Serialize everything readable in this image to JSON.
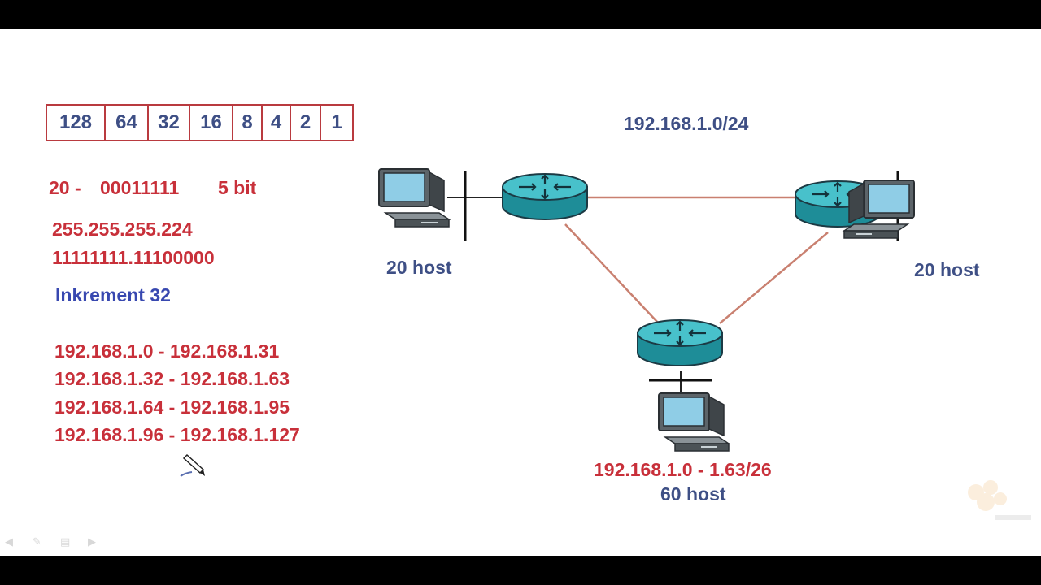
{
  "bit_values": [
    "128",
    "64",
    "32",
    "16",
    "8",
    "4",
    "2",
    "1"
  ],
  "calc": {
    "line1_a": "20 -",
    "line1_b": "00011111",
    "line1_c": "5 bit",
    "mask_decimal": "255.255.255.224",
    "mask_binary": "11111111.11100000",
    "increment": "Inkrement 32"
  },
  "ranges": [
    "192.168.1.0 - 192.168.1.31",
    "192.168.1.32 - 192.168.1.63",
    "192.168.1.64 - 192.168.1.95",
    "192.168.1.96 - 192.168.1.127"
  ],
  "network": {
    "label": "192.168.1.0/24",
    "left_host": "20 host",
    "right_host": "20 host",
    "bottom_range": "192.168.1.0 - 1.63/26",
    "bottom_host": "60 host"
  },
  "colors": {
    "red": "#c8303a",
    "blue": "#3e4f85",
    "router": "#2aa3ad",
    "link": "#c98070"
  }
}
